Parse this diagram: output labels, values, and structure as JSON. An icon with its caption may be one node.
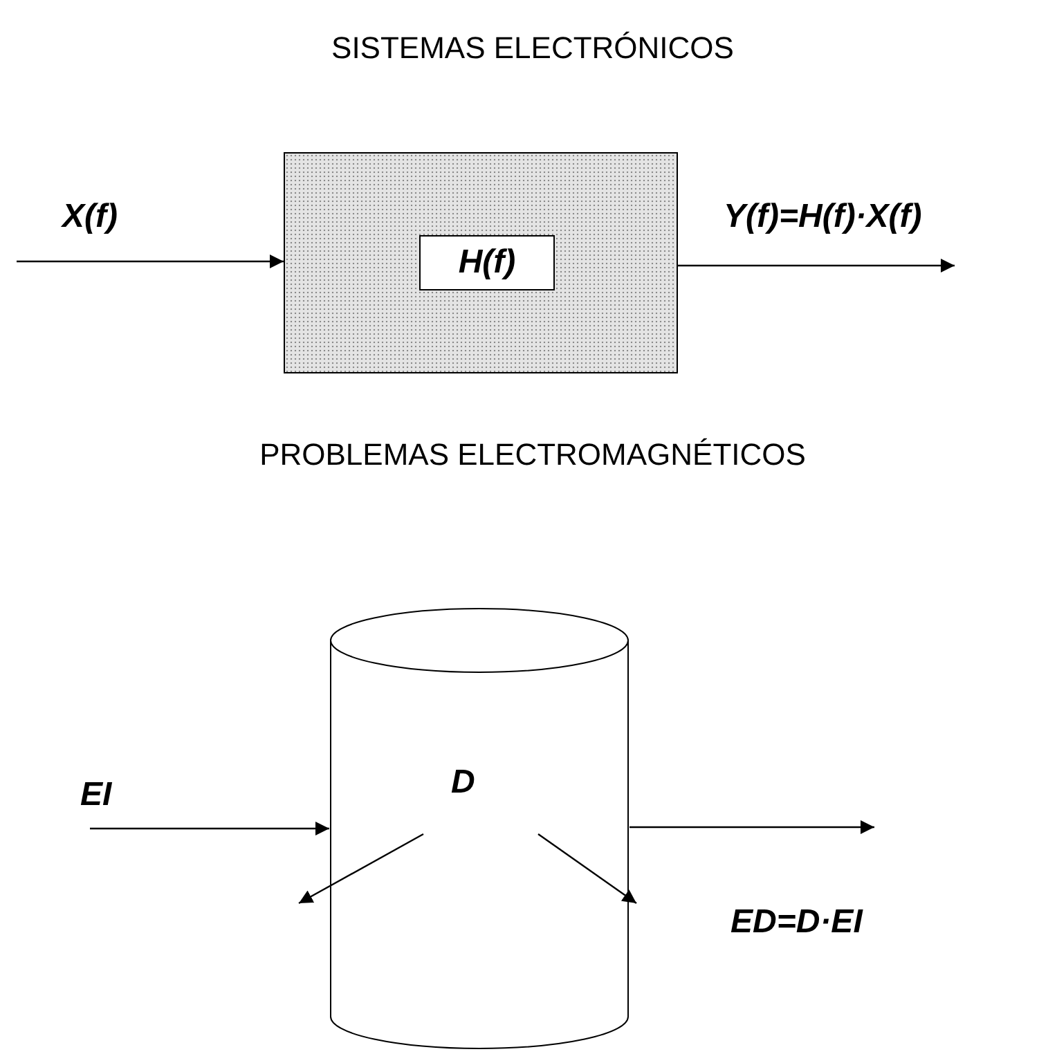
{
  "diagram": {
    "title": "SISTEMAS ELECTRÓNICOS",
    "nodes": [
      {
        "text": [],
        "shape": "box"
      },
      {
        "text": [
          "H(f)"
        ],
        "in": 0
      },
      {
        "text": [
          "D"
        ]
      }
    ],
    "edges": [
      {
        "from": null,
        "to": 0,
        "arrow": "to",
        "label": "X(f)"
      },
      {
        "from": 0,
        "to": null,
        "arrow": "to",
        "label": "Y(f)=H(f)·X(f)"
      },
      {
        "from": null,
        "to": 2,
        "arrow": "to",
        "label": "EI"
      },
      {
        "from": 2,
        "to": null,
        "arrow": "to",
        "label": "ED=D·EI"
      }
    ],
    "labels": [
      "PROBLEMAS ELECTROMAGNÉTICOS"
    ]
  }
}
